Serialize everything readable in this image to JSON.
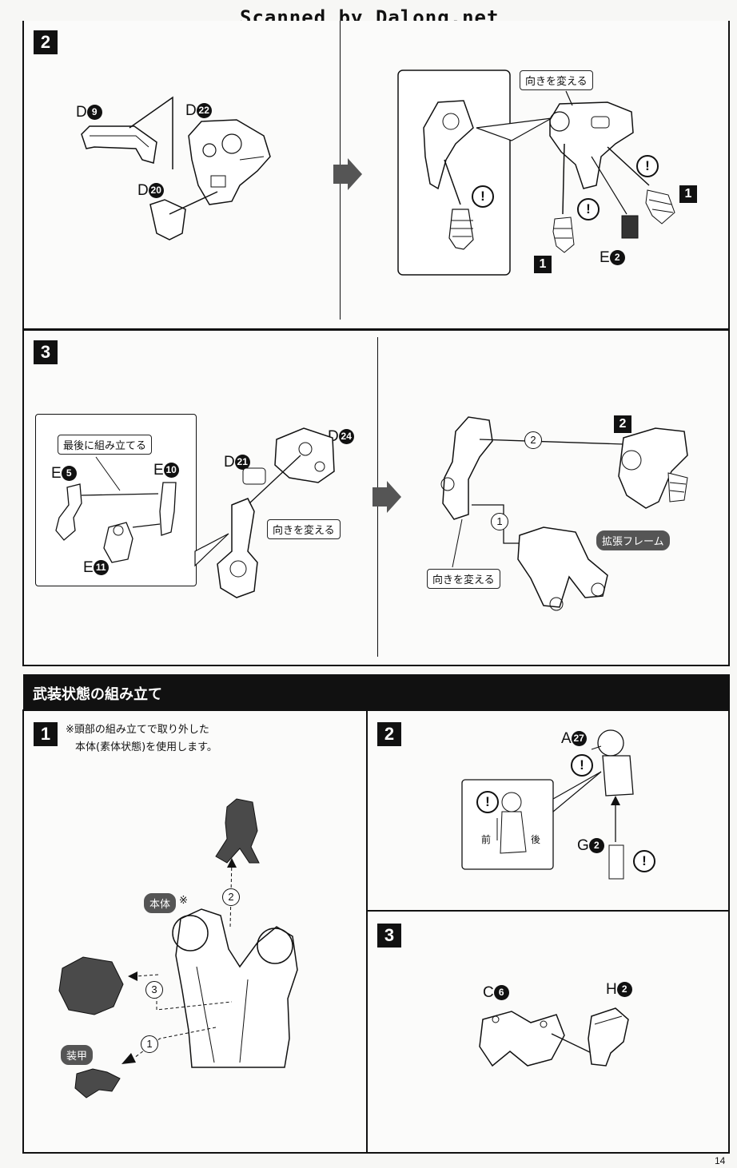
{
  "watermark": "Scanned by Dalong.net",
  "page_number": "14",
  "step2_top": {
    "number": "2",
    "parts": {
      "d9": {
        "letter": "D",
        "num": "9"
      },
      "d22": {
        "letter": "D",
        "num": "22"
      },
      "d20": {
        "letter": "D",
        "num": "20"
      },
      "e2": {
        "letter": "E",
        "num": "2"
      }
    },
    "callout": "向きを変える",
    "ref_badge": "1"
  },
  "step3_top": {
    "number": "3",
    "inset_title": "最後に組み立てる",
    "parts": {
      "e5": {
        "letter": "E",
        "num": "5"
      },
      "e10": {
        "letter": "E",
        "num": "10"
      },
      "e11": {
        "letter": "E",
        "num": "11"
      },
      "d21": {
        "letter": "D",
        "num": "21"
      },
      "d24": {
        "letter": "D",
        "num": "24"
      }
    },
    "callout_left": "向きを変える",
    "callout_right": "向きを変える",
    "ref_badge": "2",
    "order1": "1",
    "order2": "2",
    "frame_tag": "拡張フレーム"
  },
  "section": {
    "title": "武装状態の組み立て"
  },
  "step1_bottom": {
    "number": "1",
    "note_line1": "※頭部の組み立てで取り外した",
    "note_line2": "本体(素体状態)を使用します。",
    "tag_body": "本体",
    "tag_body_mark": "※",
    "tag_armor": "装甲",
    "order1": "1",
    "order2": "2",
    "order3": "3"
  },
  "step2_bottom": {
    "number": "2",
    "parts": {
      "a27": {
        "letter": "A",
        "num": "27"
      },
      "g2": {
        "letter": "G",
        "num": "2"
      }
    },
    "front": "前",
    "back": "後"
  },
  "step3_bottom": {
    "number": "3",
    "parts": {
      "c6": {
        "letter": "C",
        "num": "6"
      },
      "h2": {
        "letter": "H",
        "num": "2"
      }
    }
  },
  "excl_mark": "!",
  "colors": {
    "ink": "#111111",
    "paper": "#f7f7f5",
    "armor_fill": "#4a4a4a",
    "tag_gray": "#555555"
  }
}
